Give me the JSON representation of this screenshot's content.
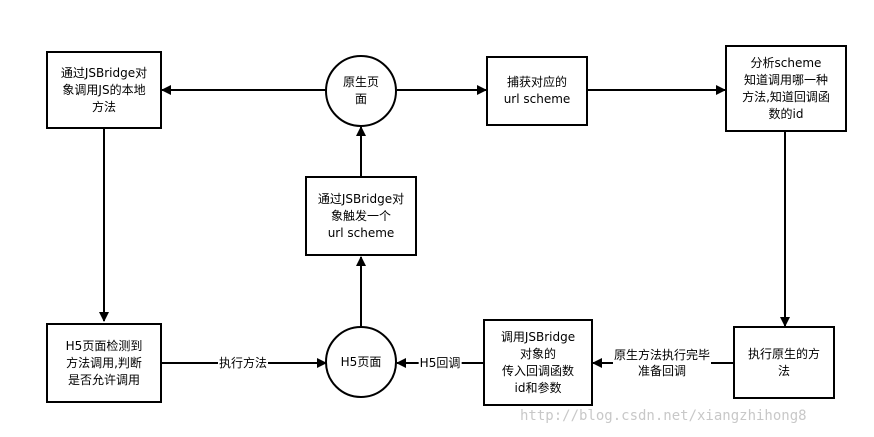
{
  "nodes": {
    "jsbridge_call_local": "通过JSBridge对\n象调用JS的本地\n方法",
    "native_page": "原生页\n面",
    "capture_url_scheme": "捕获对应的\nurl scheme",
    "analyze_scheme": "分析scheme\n知道调用哪一种\n方法,知道回调函\n数的id",
    "jsbridge_trigger": "通过JSBridge对\n象触发一个\nurl scheme",
    "h5_detect": "H5页面检测到\n方法调用,判断\n是否允许调用",
    "h5_page": "H5页面",
    "call_jsbridge_pass": "调用JSBridge\n对象的\n传入回调函数\nid和参数",
    "execute_native": "执行原生的方\n法"
  },
  "edge_labels": {
    "execute_method": "执行方法",
    "h5_callback": "H5回调",
    "native_done": "原生方法执行完毕\n准备回调"
  },
  "watermark": "http://blog.csdn.net/xiangzhihong8"
}
